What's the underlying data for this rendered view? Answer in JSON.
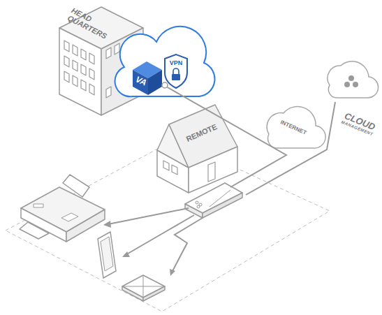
{
  "diagram": {
    "nodes": [
      {
        "text": [
          "HEAD QUARTERS"
        ]
      },
      {
        "text": [
          "VA"
        ]
      },
      {
        "text": [
          "VPN"
        ]
      },
      {
        "text": [
          "REMOTE"
        ]
      },
      {
        "text": [
          "INTERNET"
        ]
      },
      {
        "text": [
          "CLOUD",
          "MANAGEMENT"
        ]
      }
    ]
  }
}
